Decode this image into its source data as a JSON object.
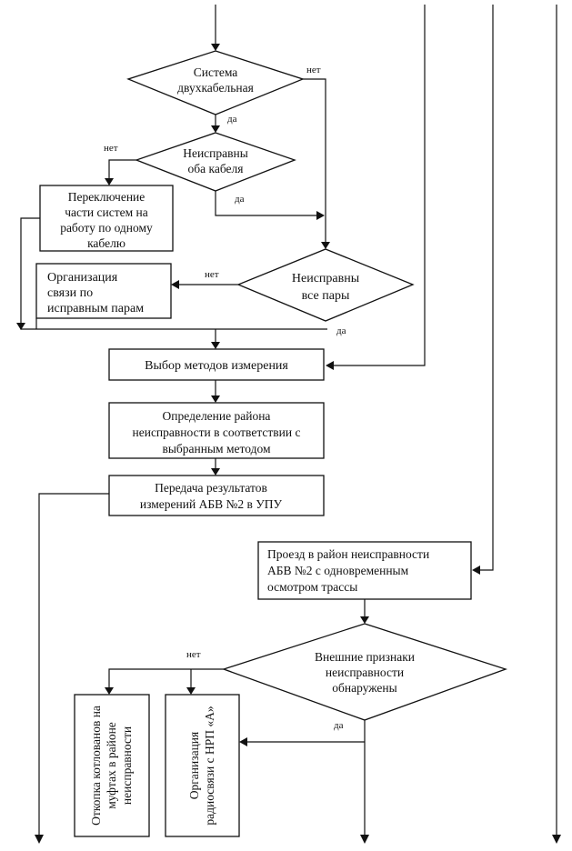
{
  "nodes": {
    "dual_cable": [
      "Система",
      "двухкабельная"
    ],
    "both_cables": [
      "Неисправны",
      "оба кабеля"
    ],
    "switch_part": [
      "Переключение",
      "части систем на",
      "работу по одному",
      "кабелю"
    ],
    "all_pairs": [
      "Неисправны",
      "все пары"
    ],
    "org_pairs": [
      "Организация",
      "связи по",
      "исправным парам"
    ],
    "choose_method": [
      "Выбор методов измерения"
    ],
    "define_region": [
      "Определение района",
      "неисправности в соответствии с",
      "выбранным методом"
    ],
    "transfer_results": [
      "Передача результатов",
      "измерений   АБВ №2 в УПУ"
    ],
    "travel": [
      "Проезд в район неисправности",
      " АБВ №2 с одновременным",
      "осмотром трассы"
    ],
    "external_signs": [
      "Внешние признаки",
      "неисправности",
      "обнаружены"
    ],
    "digging": [
      "Откопка котлованов на",
      "муфтах в районе",
      "неисправности"
    ],
    "radio": [
      "Организация",
      "радиосвязи с НРП «А»"
    ]
  },
  "labels": {
    "no": "нет",
    "yes": "да"
  }
}
